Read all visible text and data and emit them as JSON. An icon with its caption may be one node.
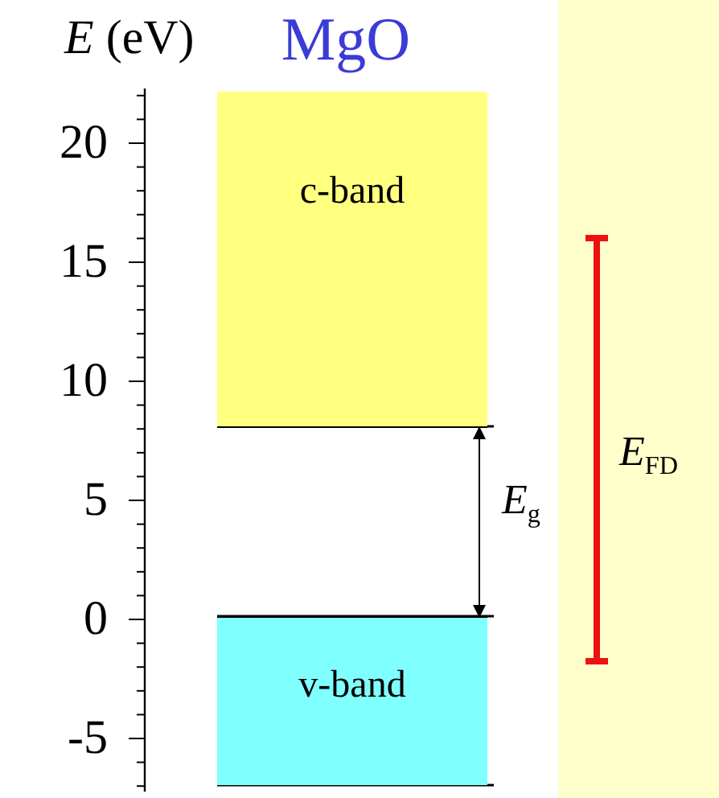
{
  "diagram": {
    "title": "MgO",
    "nodes": [
      {
        "text": [
          "c-band"
        ]
      },
      {
        "text": [
          "v-band"
        ]
      }
    ],
    "edges": [
      {
        "from": 0,
        "to": 1,
        "arrow": "both",
        "label": "*E*$_{g}$"
      }
    ],
    "labels": [
      "*E* (eV)",
      "20",
      "15",
      "10",
      "5",
      "0",
      "-5",
      "*E*$_{FD}$"
    ]
  }
}
